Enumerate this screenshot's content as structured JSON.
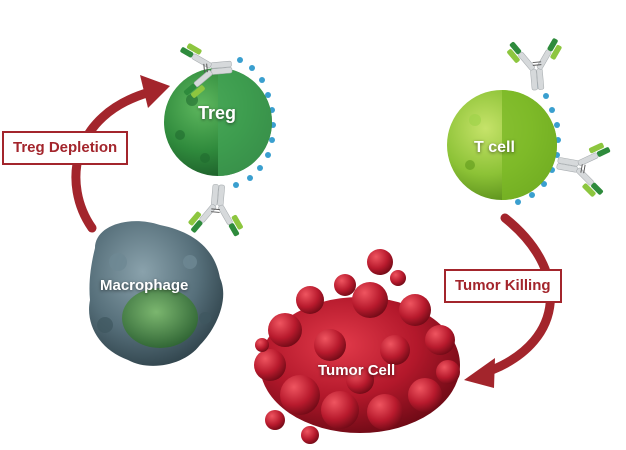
{
  "cells": {
    "treg": "Treg",
    "tcell": "T cell",
    "macrophage": "Macrophage",
    "tumor": "Tumor Cell"
  },
  "processes": {
    "treg_depletion": "Treg Depletion",
    "tumor_killing": "Tumor Killing"
  },
  "colors": {
    "arrow": "#a3252c",
    "treg_dark": "#2b7d3b",
    "treg_light": "#4aa04f",
    "tcell_light": "#9acb3c",
    "tcell_dark": "#6aa61f",
    "macrophage": "#56707c",
    "macrophage_core": "#4b8a3d",
    "tumor": "#b3182b",
    "tumor_dark": "#7a0c18",
    "receptor_dots": "#3a9fcf",
    "antibody_dark": "#2e8b3c",
    "antibody_light": "#8dc63f",
    "antibody_grey": "#d6d9db"
  },
  "icons": [
    "antibody-icon"
  ]
}
